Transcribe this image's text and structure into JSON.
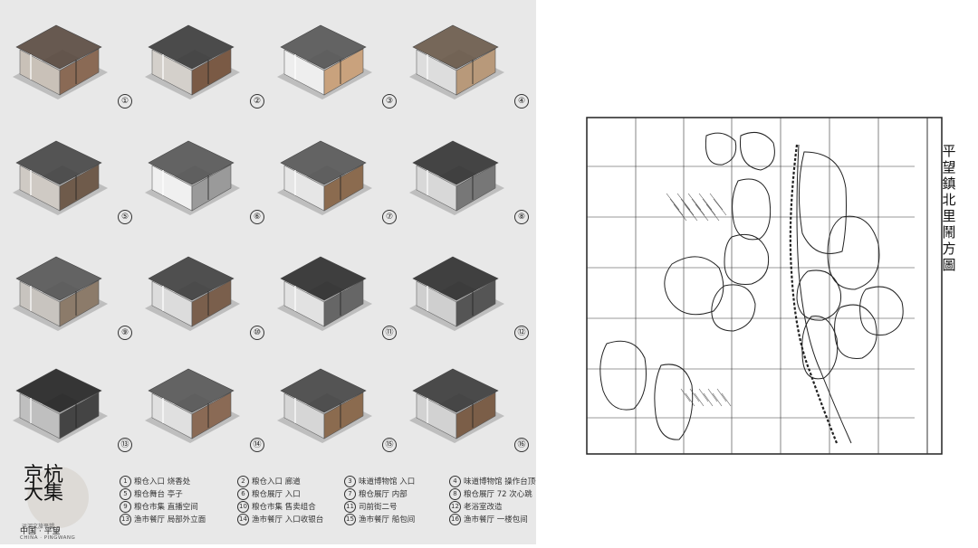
{
  "left": {
    "cells": [
      {
        "num": "①"
      },
      {
        "num": "②"
      },
      {
        "num": "③"
      },
      {
        "num": "④"
      },
      {
        "num": "⑤"
      },
      {
        "num": "⑥"
      },
      {
        "num": "⑦"
      },
      {
        "num": "⑧"
      },
      {
        "num": "⑨"
      },
      {
        "num": "⑩"
      },
      {
        "num": "⑪"
      },
      {
        "num": "⑫"
      },
      {
        "num": "⑬"
      },
      {
        "num": "⑭"
      },
      {
        "num": "⑮"
      },
      {
        "num": "⑯"
      }
    ],
    "legend": [
      {
        "num": "1",
        "text": "粮仓入口 烧香处"
      },
      {
        "num": "2",
        "text": "粮仓入口 廊道"
      },
      {
        "num": "3",
        "text": "味道博物馆 入口"
      },
      {
        "num": "4",
        "text": "味道博物馆 操作台顶部"
      },
      {
        "num": "5",
        "text": "粮仓舞台 亭子"
      },
      {
        "num": "6",
        "text": "粮仓展厅 入口"
      },
      {
        "num": "7",
        "text": "粮仓展厅 内部"
      },
      {
        "num": "8",
        "text": "粮仓展厅 72 次心跳"
      },
      {
        "num": "9",
        "text": "粮仓市集 直播空间"
      },
      {
        "num": "10",
        "text": "粮仓市集 售卖组合"
      },
      {
        "num": "11",
        "text": "司前街二号"
      },
      {
        "num": "12",
        "text": "老浴室改造"
      },
      {
        "num": "13",
        "text": "渔市餐厅 局部外立面"
      },
      {
        "num": "14",
        "text": "渔市餐厅 入口收银台"
      },
      {
        "num": "15",
        "text": "渔市餐厅 船包间"
      },
      {
        "num": "16",
        "text": "渔市餐厅 一楼包间"
      }
    ],
    "logo": {
      "chars": "京杭\n大集",
      "tagline": "运河文旅平望",
      "place": "中国 · 平望",
      "place_en": "CHINA · PINGWANG"
    }
  },
  "map": {
    "title": "平望鎮北里鬧方圖"
  }
}
